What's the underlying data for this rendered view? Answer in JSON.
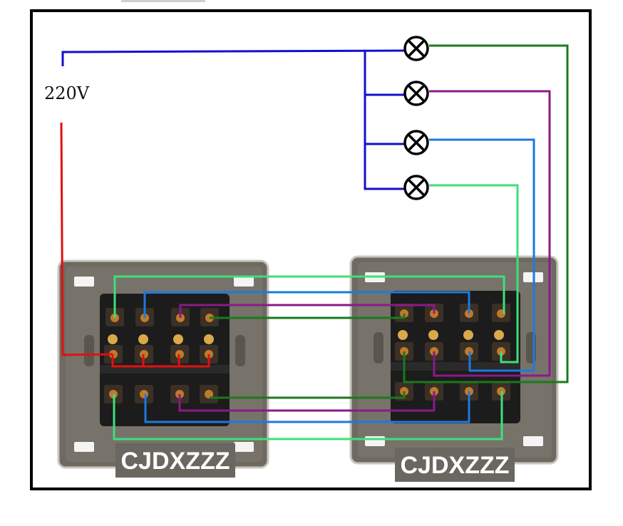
{
  "supply": {
    "voltage_label": "220V"
  },
  "switches": [
    {
      "brand_label": "CJDXZZZ"
    },
    {
      "brand_label": "CJDXZZZ"
    }
  ],
  "lamps": [
    "lamp-1",
    "lamp-2",
    "lamp-3",
    "lamp-4"
  ],
  "colors": {
    "neutral": "#1010d0",
    "live": "#e01010",
    "wire_green": "#1a7a1a",
    "wire_purple": "#8a1a8a",
    "wire_blue": "#1e78e0",
    "wire_mint": "#3ee07a",
    "plate": "#6e6a62",
    "body": "#1c1c1c",
    "frame": "#000000"
  }
}
